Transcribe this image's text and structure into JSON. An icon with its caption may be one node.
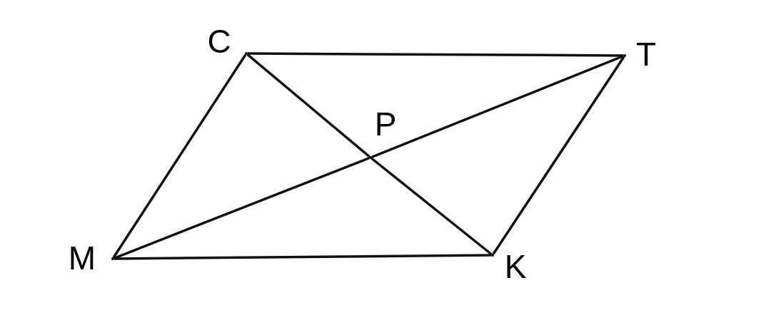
{
  "diagram": {
    "nodes": [
      {
        "text": [],
        "shape": "point",
        "beside": [
          "C"
        ]
      },
      {
        "text": [],
        "shape": "point",
        "beside": [
          "T"
        ]
      },
      {
        "text": [],
        "shape": "point",
        "beside": [
          "K"
        ]
      },
      {
        "text": [],
        "shape": "point",
        "beside": [
          "M"
        ]
      },
      {
        "text": [],
        "shape": "point",
        "beside": [
          "P"
        ]
      }
    ],
    "edges": [
      {
        "from": 0,
        "to": 1,
        "arrow": "none"
      },
      {
        "from": 1,
        "to": 2,
        "arrow": "none"
      },
      {
        "from": 2,
        "to": 3,
        "arrow": "none"
      },
      {
        "from": 3,
        "to": 0,
        "arrow": "none"
      },
      {
        "from": 0,
        "to": 4,
        "arrow": "none"
      },
      {
        "from": 4,
        "to": 2,
        "arrow": "none"
      },
      {
        "from": 3,
        "to": 4,
        "arrow": "none"
      },
      {
        "from": 4,
        "to": 1,
        "arrow": "none"
      }
    ]
  }
}
